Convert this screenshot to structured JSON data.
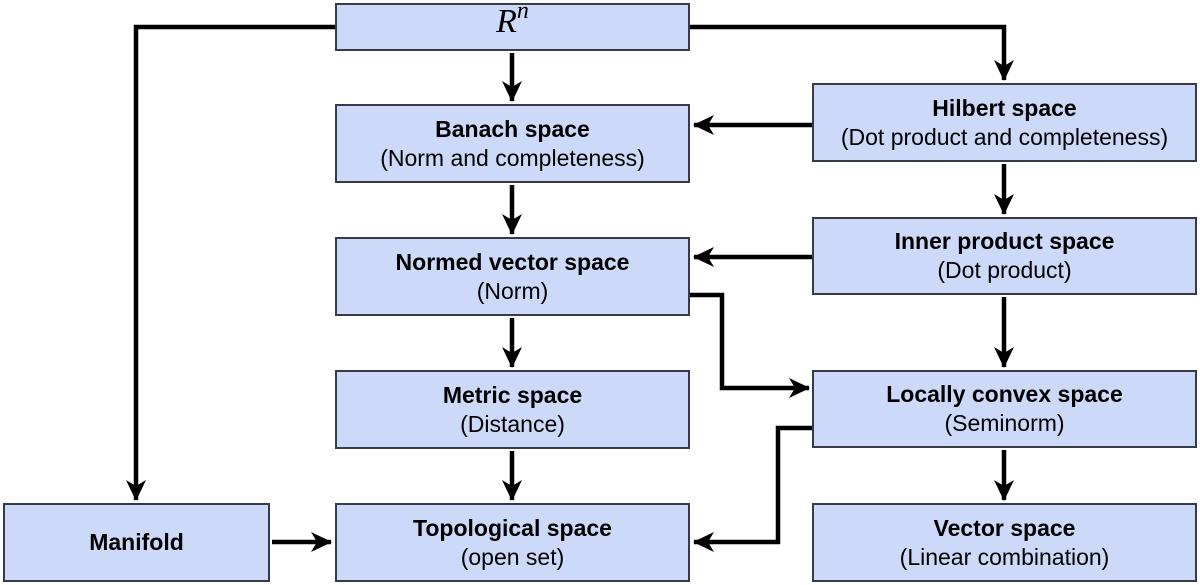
{
  "diagram": {
    "description": "Implication diagram of mathematical spaces",
    "colors": {
      "box_fill": "#ccd9f8",
      "box_border": "#363c46",
      "arrow": "#000000",
      "background": "#ffffff",
      "text": "#000000"
    },
    "nodes": {
      "rn": {
        "base": "R",
        "sup": "n"
      },
      "banach": {
        "title": "Banach space",
        "subtitle": "(Norm and completeness)"
      },
      "hilbert": {
        "title": "Hilbert space",
        "subtitle": "(Dot product and completeness)"
      },
      "normed": {
        "title": "Normed vector space",
        "subtitle": "(Norm)"
      },
      "inner": {
        "title": "Inner product space",
        "subtitle": "(Dot product)"
      },
      "metric": {
        "title": "Metric space",
        "subtitle": "(Distance)"
      },
      "locally": {
        "title": "Locally convex space",
        "subtitle": "(Seminorm)"
      },
      "topological": {
        "title": "Topological space",
        "subtitle": "(open set)"
      },
      "vector": {
        "title": "Vector space",
        "subtitle": "(Linear combination)"
      },
      "manifold": {
        "title": "Manifold"
      }
    },
    "edges": [
      {
        "from": "Rn",
        "to": "Banach space"
      },
      {
        "from": "Rn",
        "to": "Hilbert space"
      },
      {
        "from": "Rn",
        "to": "Manifold"
      },
      {
        "from": "Hilbert space",
        "to": "Banach space"
      },
      {
        "from": "Hilbert space",
        "to": "Inner product space"
      },
      {
        "from": "Banach space",
        "to": "Normed vector space"
      },
      {
        "from": "Inner product space",
        "to": "Normed vector space"
      },
      {
        "from": "Inner product space",
        "to": "Locally convex space"
      },
      {
        "from": "Normed vector space",
        "to": "Metric space"
      },
      {
        "from": "Normed vector space",
        "to": "Locally convex space"
      },
      {
        "from": "Metric space",
        "to": "Topological space"
      },
      {
        "from": "Locally convex space",
        "to": "Vector space"
      },
      {
        "from": "Locally convex space",
        "to": "Topological space"
      },
      {
        "from": "Manifold",
        "to": "Topological space"
      }
    ]
  }
}
